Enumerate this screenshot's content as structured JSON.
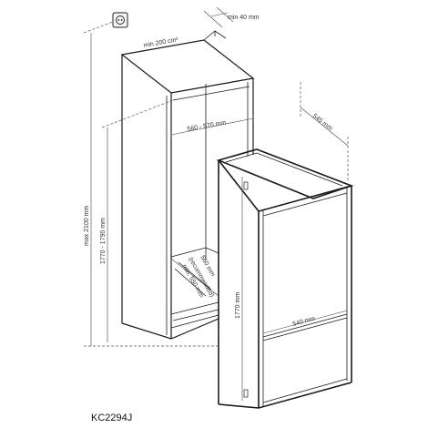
{
  "model": "KC2294J",
  "labels": {
    "min_40": "min 40 mm",
    "min_200": "min 200 cm²",
    "max_2100": "max 2100 mm",
    "niche_height": "1770 - 1790 mm",
    "niche_width": "560 - 570 mm",
    "depth_560": "560 mm",
    "recommended": "(recommended)",
    "min_550": "min. 550 mm",
    "appliance_height": "1770 mm",
    "appliance_width": "540 mm",
    "appliance_depth": "545 mm"
  },
  "icons": {
    "socket": "power-socket-icon"
  }
}
